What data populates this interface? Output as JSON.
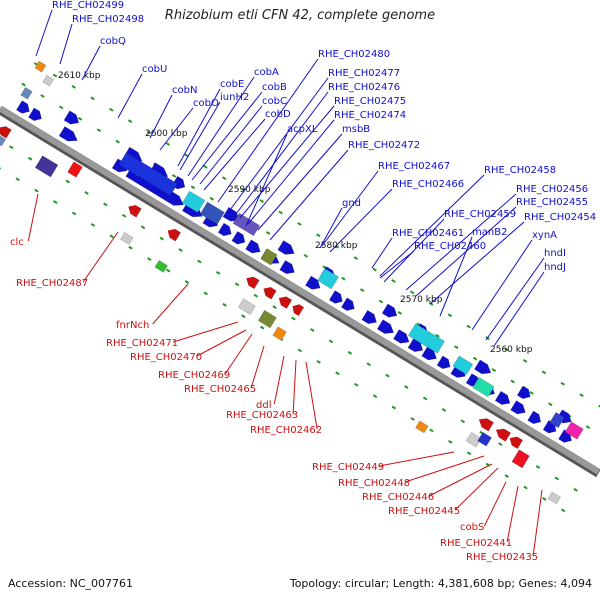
{
  "title": "Rhizobium etli CFN 42, complete genome",
  "footer": {
    "accession": "Accession: NC_007761",
    "summary": "Topology: circular; Length: 4,381,608 bp; Genes: 4,094"
  },
  "ticks": [
    "2610 kbp",
    "2600 kbp",
    "2590 kbp",
    "2580 kbp",
    "2570 kbp",
    "2560 kbp"
  ],
  "colors": {
    "blue": "#1010cc",
    "red": "#cc1010",
    "green": "#229922",
    "backbone": "#999999"
  },
  "top_labels": [
    "RHE_CH02499",
    "RHE_CH02498",
    "cobQ",
    "cobU",
    "cobN",
    "cobO",
    "cobE",
    "iunH2",
    "cobA",
    "cobB",
    "cobC",
    "cobD",
    "acpXL",
    "RHE_CH02480",
    "RHE_CH02477",
    "RHE_CH02476",
    "RHE_CH02475",
    "RHE_CH02474",
    "msbB",
    "RHE_CH02472",
    "RHE_CH02467",
    "RHE_CH02466",
    "gnd",
    "RHE_CH02458",
    "RHE_CH02456",
    "RHE_CH02455",
    "RHE_CH02454",
    "RHE_CH02459",
    "manB2",
    "RHE_CH02461",
    "RHE_CH02460",
    "xynA",
    "hndI",
    "hndJ"
  ],
  "bottom_labels": [
    "clc",
    "RHE_CH02487",
    "fnrNch",
    "RHE_CH02471",
    "RHE_CH02470",
    "RHE_CH02469",
    "RHE_CH02465",
    "ddl",
    "RHE_CH02463",
    "RHE_CH02462",
    "RHE_CH02449",
    "RHE_CH02448",
    "RHE_CH02446",
    "RHE_CH02445",
    "cobS",
    "RHE_CH02441",
    "RHE_CH02435"
  ]
}
